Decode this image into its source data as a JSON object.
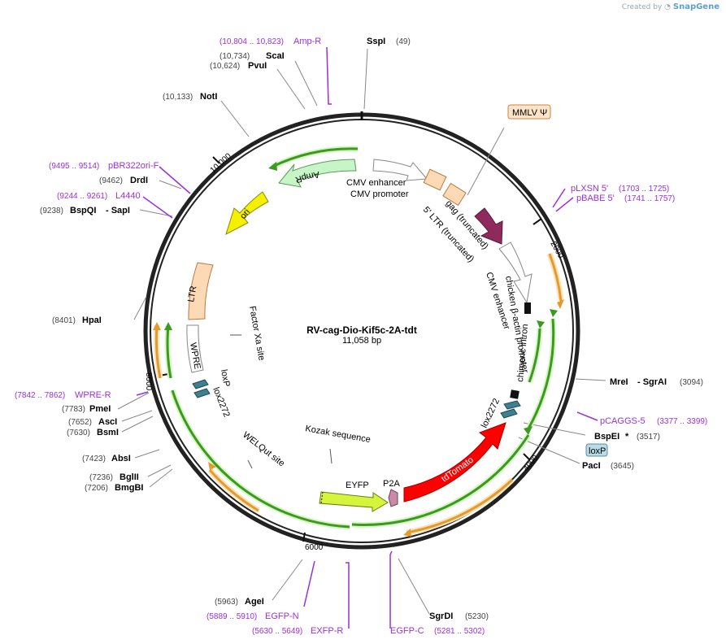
{
  "credit": {
    "prefix": "Created by",
    "brand": "SnapGene"
  },
  "plasmid": {
    "name": "RV-cag-Dio-Kif5c-2A-tdt",
    "length": "11,058 bp"
  },
  "ticks": [
    "2000",
    "4000",
    "6000",
    "8000",
    "10,000"
  ],
  "sites": [
    {
      "name": "SspI",
      "pos": "(49)"
    },
    {
      "name": "ScaI",
      "pos": "(10,734)"
    },
    {
      "name": "PvuI",
      "pos": "(10,624)"
    },
    {
      "name": "NotI",
      "pos": "(10,133)"
    },
    {
      "name": "DrdI",
      "pos": "(9462)"
    },
    {
      "name": "BspQI",
      "pos": "(9238)",
      "extra": "- SapI"
    },
    {
      "name": "HpaI",
      "pos": "(8401)"
    },
    {
      "name": "PmeI",
      "pos": "(7783)"
    },
    {
      "name": "AscI",
      "pos": "(7652)"
    },
    {
      "name": "BsmI",
      "pos": "(7630)"
    },
    {
      "name": "AbsI",
      "pos": "(7423)"
    },
    {
      "name": "BglII",
      "pos": "(7236)"
    },
    {
      "name": "BmgBI",
      "pos": "(7206)"
    },
    {
      "name": "AgeI",
      "pos": "(5963)"
    },
    {
      "name": "SgrDI",
      "pos": "(5230)"
    },
    {
      "name": "MreI",
      "pos": "(3094)",
      "extra": "- SgrAI"
    },
    {
      "name": "BspEI",
      "pos": "(3517)",
      "extra": "*"
    },
    {
      "name": "PacI",
      "pos": "(3645)"
    }
  ],
  "primers": [
    {
      "name": "Amp-R",
      "pos": "(10,804 .. 10,823)"
    },
    {
      "name": "pBR322ori-F",
      "pos": "(9495 .. 9514)"
    },
    {
      "name": "L4440",
      "pos": "(9244 .. 9261)"
    },
    {
      "name": "WPRE-R",
      "pos": "(7842 .. 7862)"
    },
    {
      "name": "EGFP-N",
      "pos": "(5889 .. 5910)"
    },
    {
      "name": "EXFP-R",
      "pos": "(5630 .. 5649)"
    },
    {
      "name": "EGFP-C",
      "pos": "(5281 .. 5302)"
    },
    {
      "name": "pLXSN 5'",
      "pos": "(1703 .. 1725)"
    },
    {
      "name": "pBABE 5'",
      "pos": "(1741 .. 1757)"
    },
    {
      "name": "pCAGGS-5",
      "pos": "(3377 .. 3399)"
    }
  ],
  "features": {
    "mmlv": "MMLV Ψ",
    "loxp_box": "loxP",
    "cmv_enhancer_top": "CMV enhancer",
    "cmv_promoter": "CMV promoter",
    "ampr": "AmpR",
    "ori": "ori",
    "ltr5": "5' LTR (truncated)",
    "gag": "gag (truncated)",
    "cmv_enhancer_side": "CMV enhancer",
    "cba_promoter": "chicken β-actin promoter",
    "chimeric_intron": "chimeric intron",
    "lox2272_right": "lox2272",
    "tdtomato": "tdTomato",
    "p2a": "P2A",
    "eyfp": "EYFP",
    "kozak": "Kozak sequence",
    "welqut": "WELQut site",
    "loxp_inner": "loxP",
    "lox2272_left": "lox2272",
    "wpre": "WPRE",
    "ltr": "LTR",
    "factor_xa": "Factor Xa site"
  },
  "colors": {
    "backbone": "#222222",
    "site_pos": "#444444",
    "primer": "#9b30d9",
    "orange": "#e39b2f",
    "green": "#3c9a1e",
    "tdtomato": "#ff0000",
    "eyfp": "#d4f53b",
    "ori": "#f5ef00",
    "ampr": "#c8f5c8",
    "gag": "#8e2a5c",
    "ltr": "#fdd9b5",
    "lox": "#3f7f8f"
  }
}
